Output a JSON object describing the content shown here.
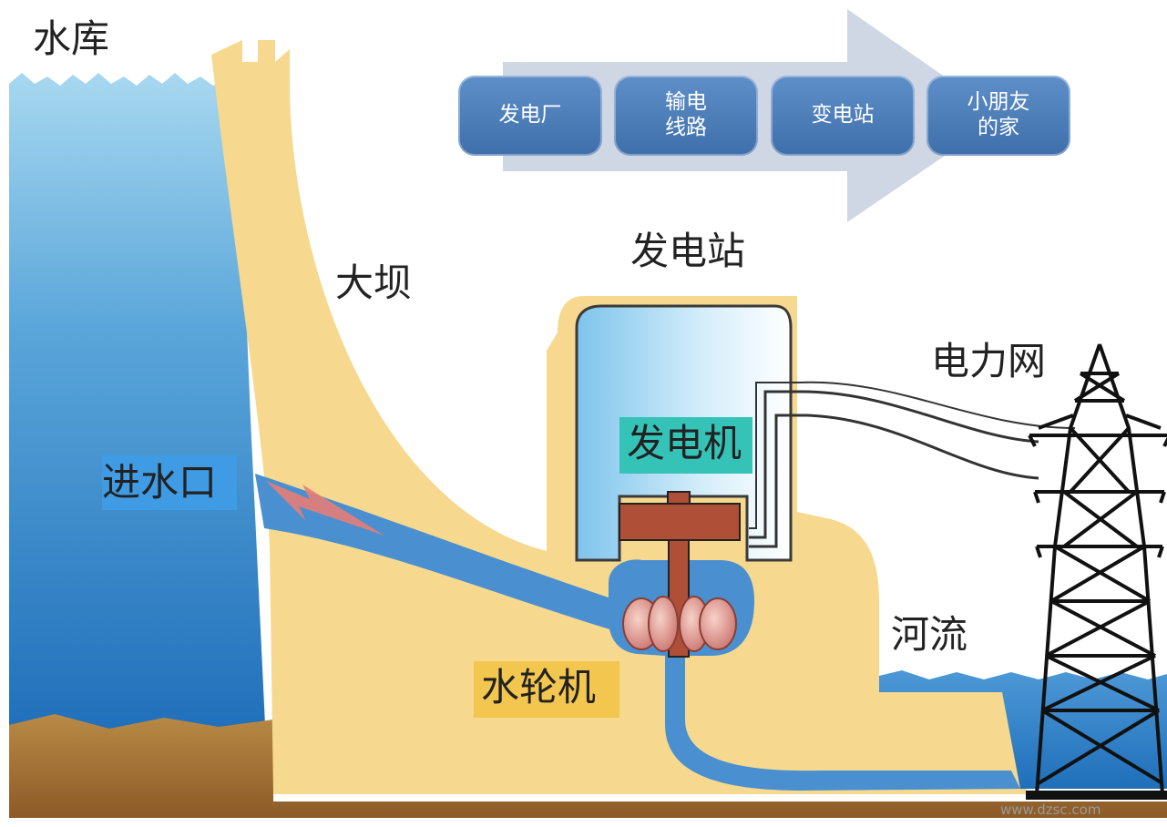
{
  "labels": {
    "reservoir": "水库",
    "dam": "大坝",
    "power_station": "发电站",
    "generator": "发电机",
    "power_grid": "电力网",
    "intake": "进水口",
    "turbine": "水轮机",
    "river": "河流"
  },
  "flow_steps": [
    "发电厂",
    "输电\n线路",
    "变电站",
    "小朋友\n的家"
  ],
  "watermark": "www.dzsc.com",
  "colors": {
    "water_top": "#9fd3ee",
    "water_deep": "#1a69b8",
    "dam": "#f6d98f",
    "ground": "#a7753a",
    "arrow": "#cfd6e4",
    "flow_box": "#4a7bb7",
    "generator_shell": "#cfeaf8",
    "generator_label_bg": "#35c3b8",
    "intake_label_bg": "#3f9be3",
    "turbine_label_bg": "#f3c64f",
    "shaft": "#b04f37",
    "runner": "#e6a79c"
  }
}
